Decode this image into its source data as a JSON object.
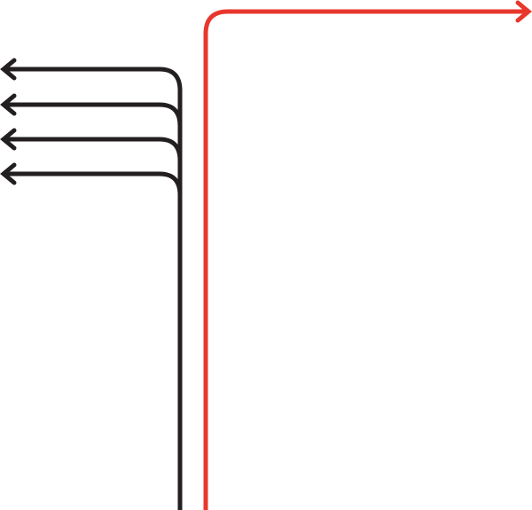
{
  "colors": {
    "background": "#ffffff",
    "highlight_arrow": "#e8372c",
    "default_arrow": "#231f20"
  },
  "arrows": [
    {
      "label": "",
      "direction": "right",
      "color_key": "highlight_arrow"
    },
    {
      "label": "",
      "direction": "left",
      "color_key": "default_arrow"
    },
    {
      "label": "",
      "direction": "left",
      "color_key": "default_arrow"
    },
    {
      "label": "",
      "direction": "left",
      "color_key": "default_arrow"
    },
    {
      "label": "",
      "direction": "left",
      "color_key": "default_arrow"
    }
  ]
}
